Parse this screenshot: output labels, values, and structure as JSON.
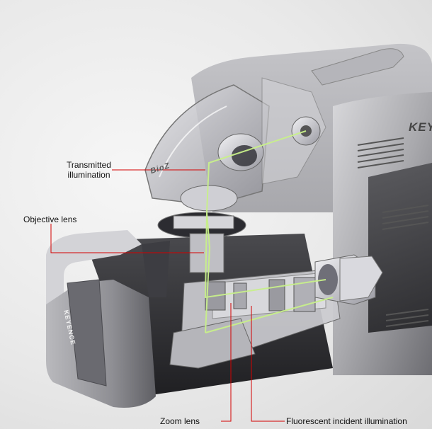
{
  "diagram": {
    "labels": {
      "transmitted_illumination": "Transmitted illumination",
      "objective_lens": "Objective lens",
      "zoom_lens": "Zoom lens",
      "fluorescent_incident_illumination": "Fluorescent incident illumination"
    },
    "device_branding": {
      "front_panel": "KEYENCE",
      "top_housing": "KEY",
      "hood": "BioZ"
    },
    "colors": {
      "callout_line": "#d40000",
      "light_path": "#c8f08a",
      "housing_light": "#c9c9cc",
      "housing_dark": "#3a3a3d"
    }
  }
}
